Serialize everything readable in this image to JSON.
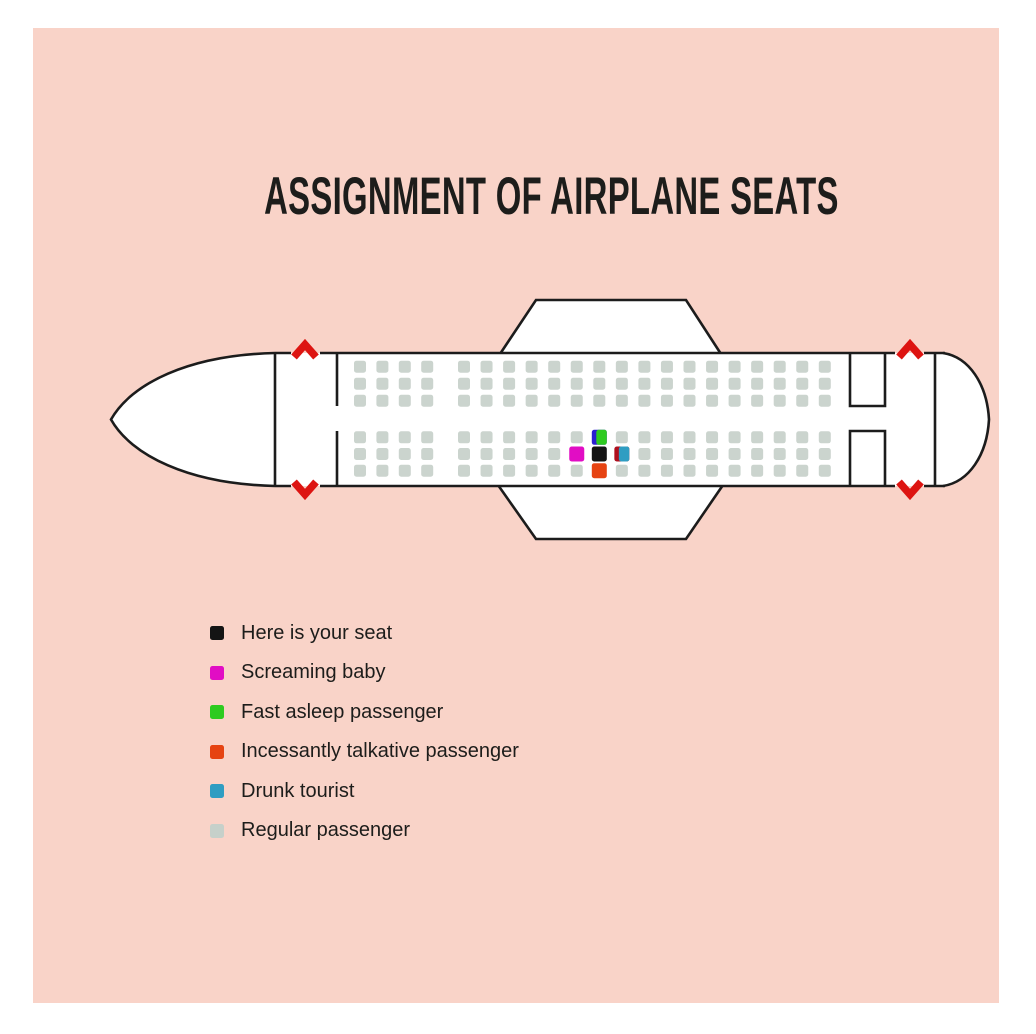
{
  "title": "ASSIGNMENT OF AIRPLANE SEATS",
  "colors": {
    "poster_background": "#f9d3c8",
    "outline": "#1c1c1c",
    "door_arrow_red": "#dd1411",
    "seat_default": "#cbd4ce",
    "ink": "#1d1d1b"
  },
  "legend": [
    {
      "key": "your-seat",
      "label": "Here is your seat",
      "color": "#141414"
    },
    {
      "key": "screaming-baby",
      "label": "Screaming baby",
      "color": "#e10dc4"
    },
    {
      "key": "fast-asleep",
      "label": "Fast asleep passenger",
      "color": "#2ecb20"
    },
    {
      "key": "talkative",
      "label": "Incessantly talkative passenger",
      "color": "#e64312"
    },
    {
      "key": "drunk-tourist",
      "label": "Drunk tourist",
      "color": "#2f9dc2"
    },
    {
      "key": "regular",
      "label": "Regular passenger",
      "color": "#c6d0ca"
    }
  ],
  "seatmap": {
    "blocks": 2,
    "rows_per_block": 3,
    "front_section_columns": 4,
    "main_section_columns": 17,
    "special_seats": [
      {
        "block": 1,
        "row": 0,
        "col": 6,
        "key": "fast-asleep",
        "stripe": "#2b1fd0"
      },
      {
        "block": 1,
        "row": 1,
        "col": 5,
        "key": "screaming-baby",
        "stripe": null
      },
      {
        "block": 1,
        "row": 1,
        "col": 6,
        "key": "your-seat",
        "stripe": null
      },
      {
        "block": 1,
        "row": 1,
        "col": 7,
        "key": "drunk-tourist",
        "stripe": "#ae101e"
      },
      {
        "block": 1,
        "row": 2,
        "col": 6,
        "key": "talkative",
        "stripe": null
      }
    ]
  }
}
